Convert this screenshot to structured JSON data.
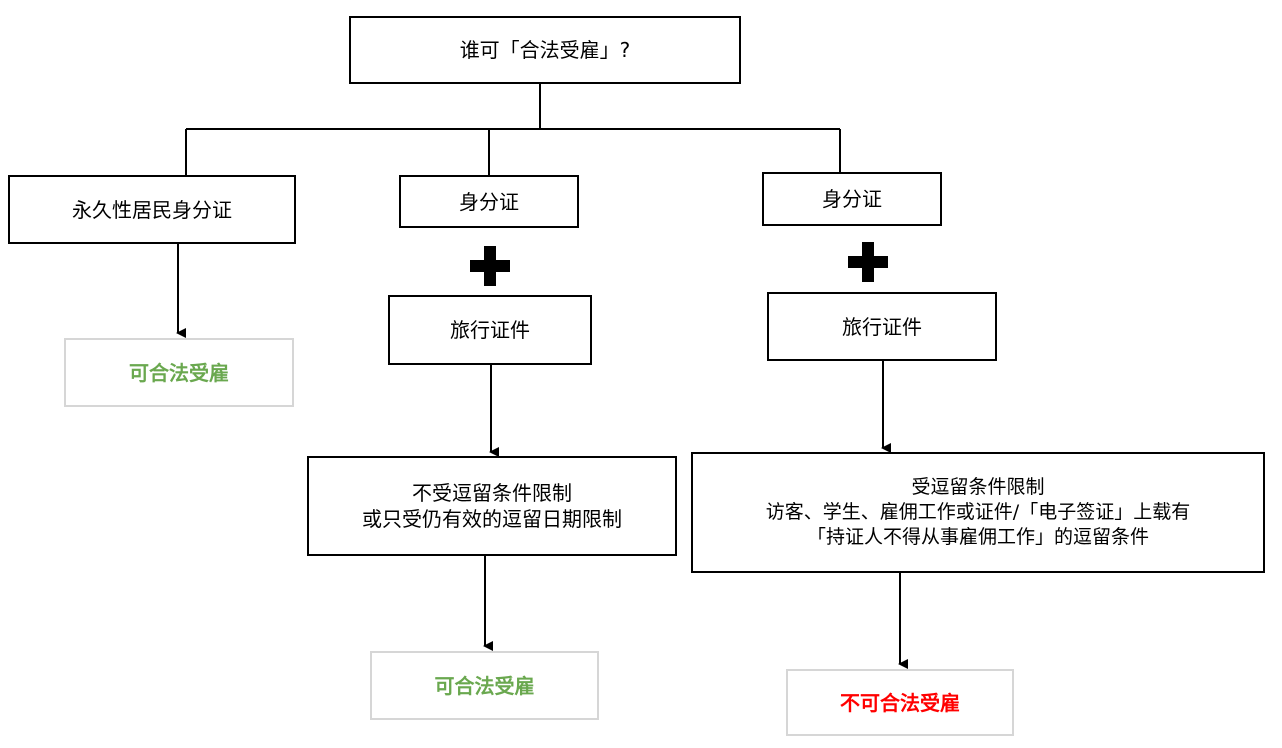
{
  "colors": {
    "ok": "#6aa84f",
    "no": "#ff0000",
    "line": "#000000"
  },
  "question": "谁可「合法受雇」?",
  "branches": [
    {
      "id": "left",
      "document": "永久性居民身分证",
      "result": "可合法受雇",
      "result_status": "ok"
    },
    {
      "id": "middle",
      "document": "身分证",
      "plus": "plus-icon",
      "travel_document": "旅行证件",
      "condition_lines": [
        "不受逗留条件限制",
        "或只受仍有效的逗留日期限制"
      ],
      "result": "可合法受雇",
      "result_status": "ok"
    },
    {
      "id": "right",
      "document": "身分证",
      "plus": "plus-icon",
      "travel_document": "旅行证件",
      "condition_lines": [
        "受逗留条件限制",
        "访客、学生、雇佣工作或证件/「电子签证」上载有",
        "「持证人不得从事雇佣工作」的逗留条件"
      ],
      "result": "不可合法受雇",
      "result_status": "no"
    }
  ]
}
